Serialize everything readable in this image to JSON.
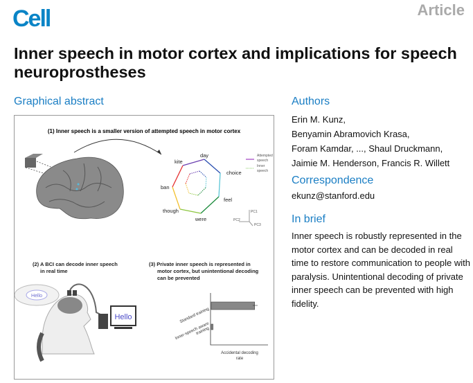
{
  "journal": "Cell",
  "article_type": "Article",
  "title": "Inner speech in motor cortex and implications for speech neuroprostheses",
  "graphical_abstract": {
    "heading": "Graphical abstract",
    "panel1": "(1) Inner speech is a smaller version of attempted speech in motor cortex",
    "words": [
      "day",
      "choice",
      "feel",
      "were",
      "though",
      "ban",
      "kite"
    ],
    "legend": {
      "attempted": [
        "Attempted",
        "speech"
      ],
      "inner": [
        "Inner",
        "speech"
      ]
    },
    "axes": [
      "PC1",
      "PC2",
      "PC3"
    ],
    "panel2": [
      "(2) A BCI can decode inner speech",
      "in real time"
    ],
    "hello": "Hello",
    "panel3": [
      "(3) Private inner speech is represented in",
      "motor cortex, but unintentional decoding",
      "can be prevented"
    ],
    "bar_labels": [
      "Standard training",
      "Inner-speech aware",
      "training"
    ],
    "xlabel": [
      "Accidental decoding",
      "rate"
    ],
    "bar_values": {
      "standard": 0.95,
      "aware": 0.04
    }
  },
  "authors": {
    "heading": "Authors",
    "lines": [
      "Erin M. Kunz,",
      "Benyamin Abramovich Krasa,",
      "Foram Kamdar, ..., Shaul Druckmann,",
      "Jaimie M. Henderson, Francis R. Willett"
    ]
  },
  "correspondence": {
    "heading": "Correspondence",
    "email": "ekunz@stanford.edu"
  },
  "in_brief": {
    "heading": "In brief",
    "text": "Inner speech is robustly represented in the motor cortex and can be decoded in real time to restore communication to people with paralysis. Unintentional decoding of private inner speech can be prevented with high fidelity."
  }
}
